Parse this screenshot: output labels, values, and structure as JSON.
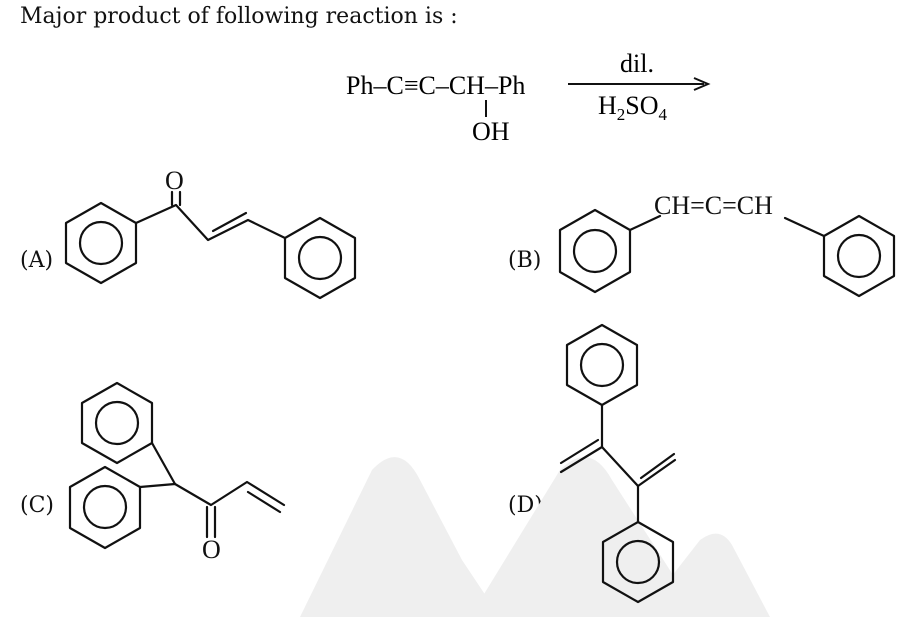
{
  "question": {
    "text": "Major product of following reaction is :"
  },
  "reaction": {
    "reactant_parts": [
      "Ph",
      "–",
      "C",
      "≡",
      "C",
      "–",
      "CH",
      "–",
      "Ph"
    ],
    "substituent": "OH",
    "reagent_top": "dil.",
    "reagent_bottom_base": "H",
    "reagent_bottom_sub1": "2",
    "reagent_bottom_mid": "SO",
    "reagent_bottom_sub2": "4"
  },
  "options": [
    {
      "label": "(A)",
      "atom_label": "O"
    },
    {
      "label": "(B)",
      "group_label": "CH=C=CH"
    },
    {
      "label": "(C)",
      "atom_label": "O"
    },
    {
      "label": "(D)"
    }
  ],
  "colors": {
    "text": "#111111",
    "watermark": "#efefef"
  }
}
